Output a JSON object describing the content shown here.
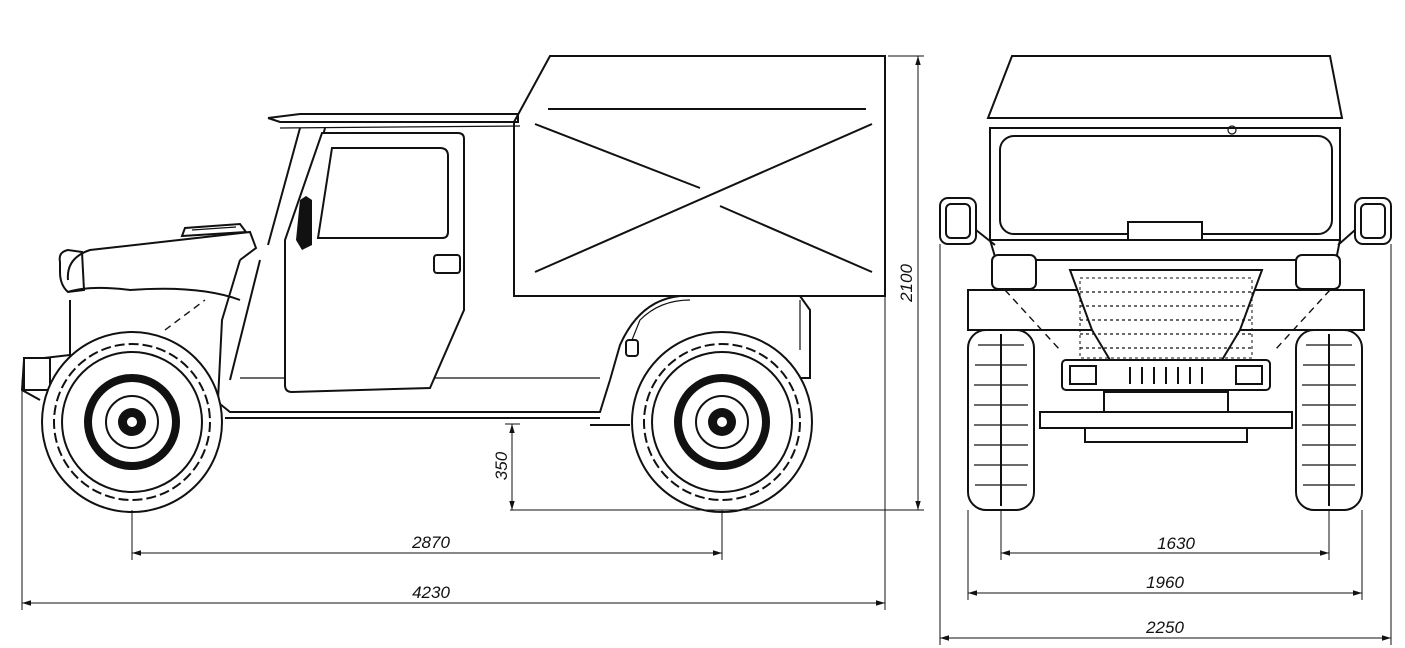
{
  "colors": {
    "line": "#111111",
    "background": "#ffffff"
  },
  "dimensions": {
    "wheelbase": "2870",
    "overall_length": "4230",
    "ground_clearance": "350",
    "overall_height": "2100",
    "track_width": "1630",
    "body_width": "1960",
    "overall_width": "2250"
  }
}
